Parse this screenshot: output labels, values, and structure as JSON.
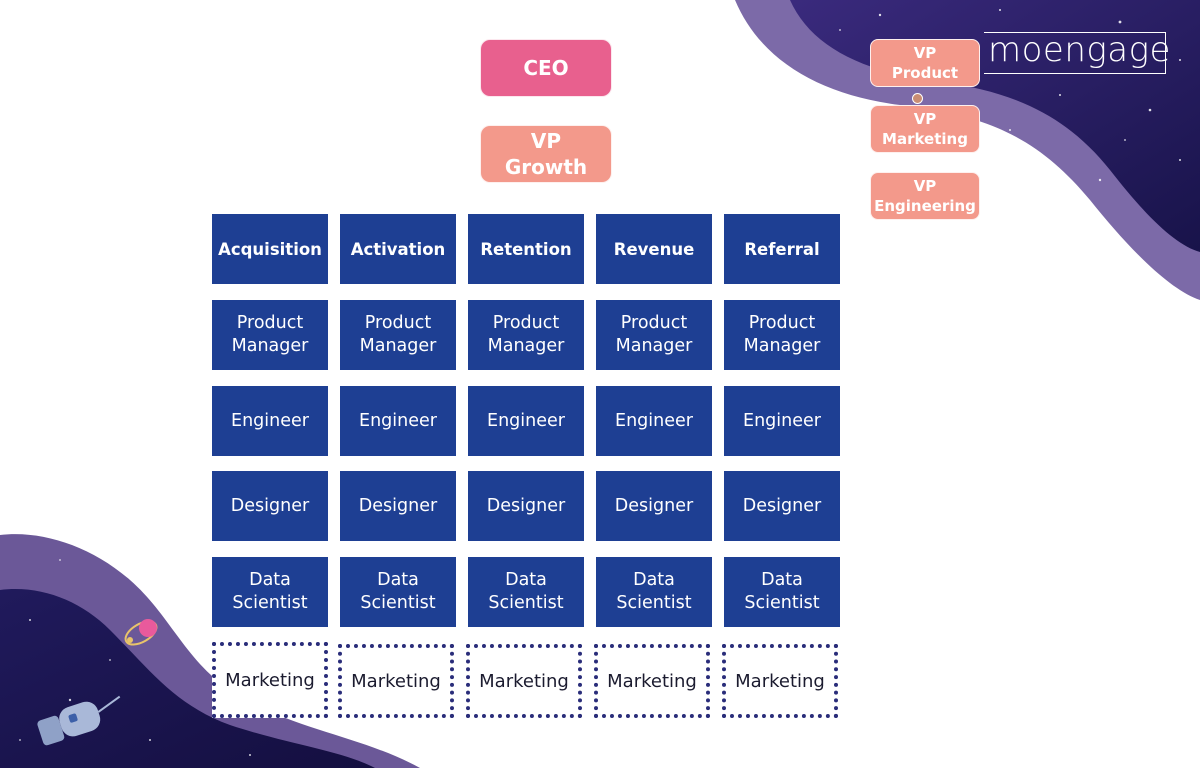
{
  "logo": {
    "text": "moengage"
  },
  "leadership": {
    "ceo": "CEO",
    "vp_growth": "VP\nGrowth"
  },
  "side_vps": [
    "VP\nProduct",
    "VP\nMarketing",
    "VP\nEngineering"
  ],
  "columns": [
    "Acquisition",
    "Activation",
    "Retention",
    "Revenue",
    "Referral"
  ],
  "roles": [
    [
      "Product\nManager",
      "Product\nManager",
      "Product\nManager",
      "Product\nManager",
      "Product\nManager"
    ],
    [
      "Engineer",
      "Engineer",
      "Engineer",
      "Engineer",
      "Engineer"
    ],
    [
      "Designer",
      "Designer",
      "Designer",
      "Designer",
      "Designer"
    ],
    [
      "Data\nScientist",
      "Data\nScientist",
      "Data\nScientist",
      "Data\nScientist",
      "Data\nScientist"
    ],
    [
      "Marketing",
      "Marketing",
      "Marketing",
      "Marketing",
      "Marketing"
    ]
  ],
  "colors": {
    "cell_blue": "#1e3f93",
    "ceo_pink": "#e8608e",
    "vp_salmon": "#f3998b",
    "space_dark": "#22195a",
    "space_band": "#6e5aa0"
  },
  "icons": [
    "satellite-icon",
    "rocket-icon"
  ]
}
